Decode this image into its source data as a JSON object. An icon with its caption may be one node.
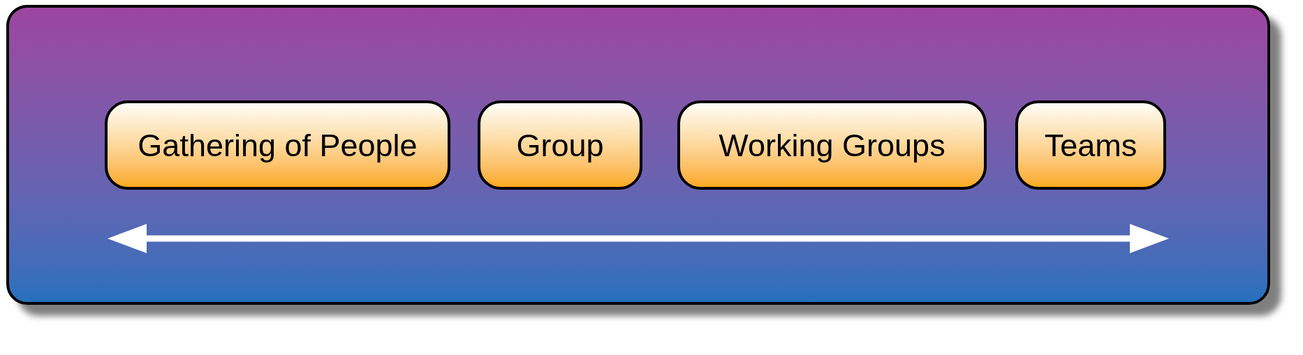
{
  "diagram": {
    "nodes": [
      {
        "text": [],
        "shape": "box"
      },
      {
        "text": [
          "Gathering of People"
        ],
        "in": 0
      },
      {
        "text": [
          "Group"
        ],
        "in": 0
      },
      {
        "text": [
          "Working Groups"
        ],
        "in": 0
      },
      {
        "text": [
          "Teams"
        ],
        "in": 0
      }
    ]
  }
}
